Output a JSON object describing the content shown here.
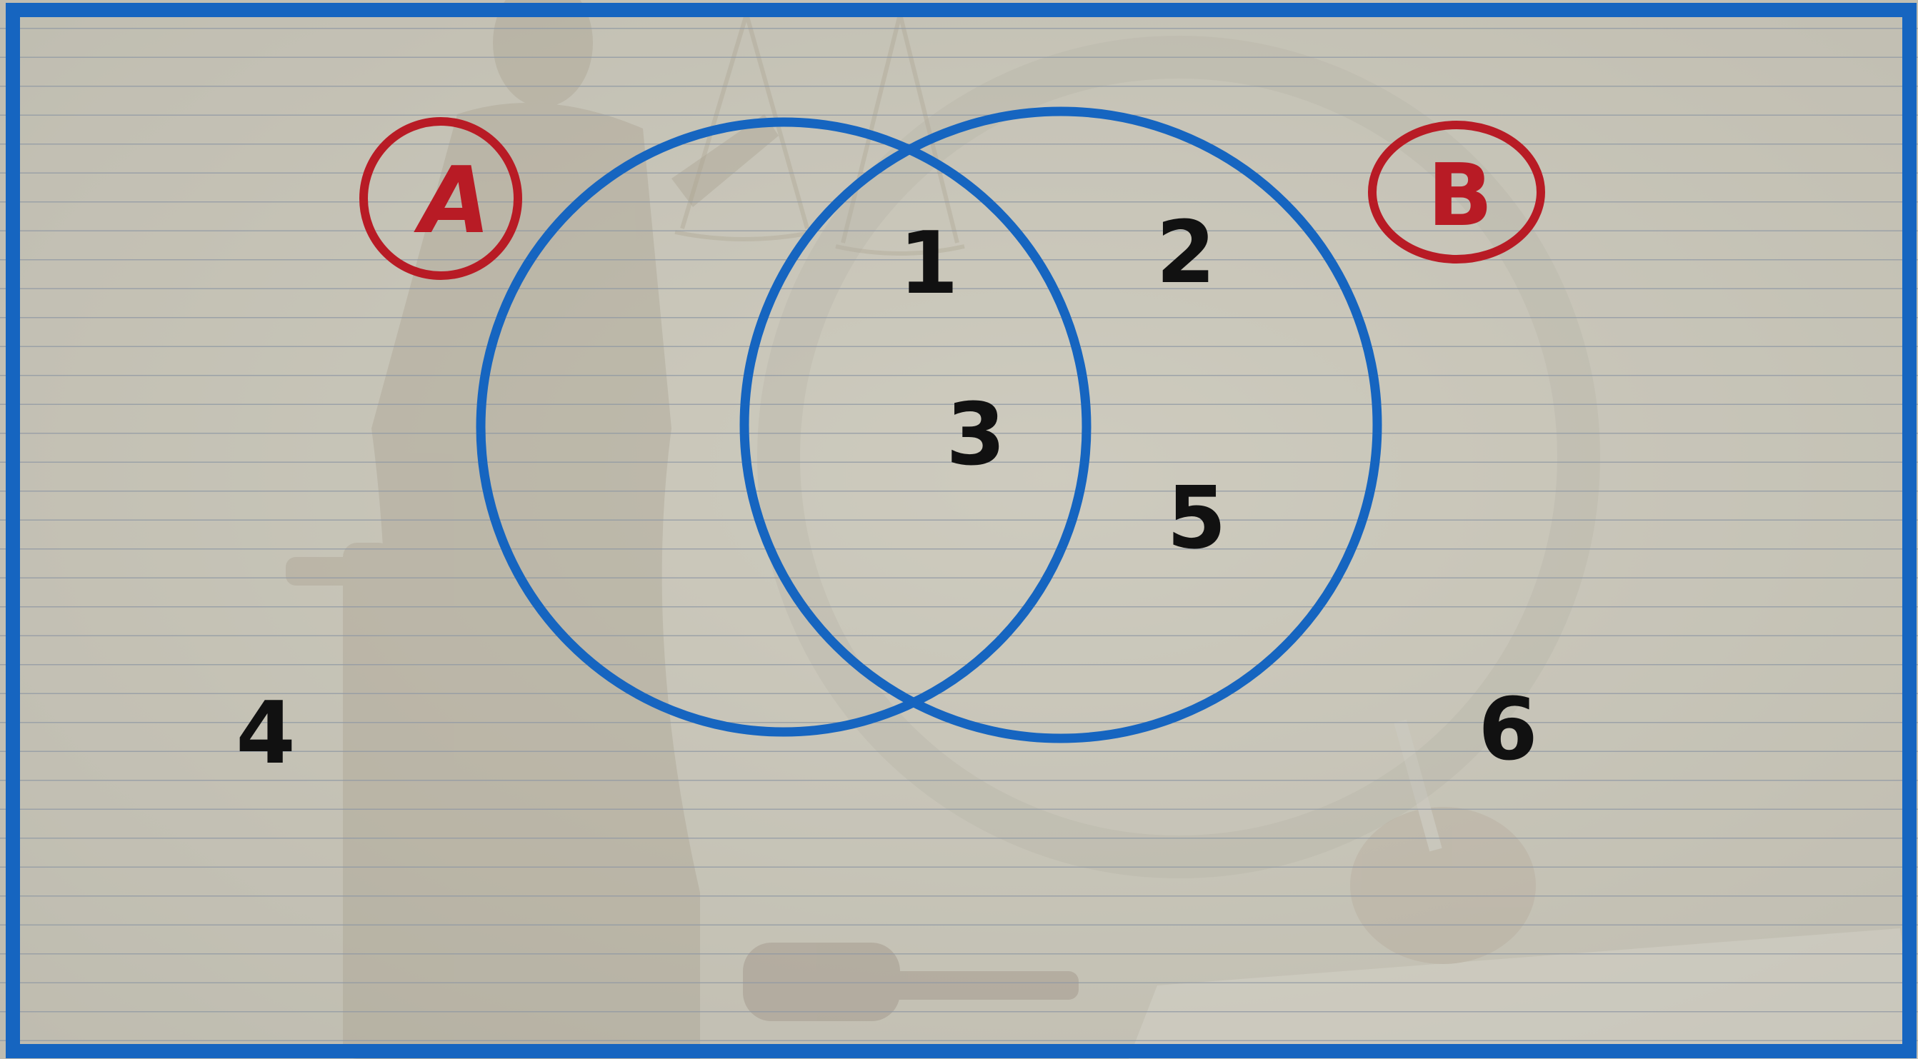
{
  "diagram": {
    "type": "venn",
    "sets": [
      {
        "id": "A",
        "label": "A"
      },
      {
        "id": "B",
        "label": "B"
      }
    ],
    "regions": {
      "a_only": [],
      "a_and_b": [
        "1",
        "3"
      ],
      "b_only": [
        "2",
        "5"
      ],
      "outside": [
        "4",
        "6"
      ]
    }
  },
  "colors": {
    "circle_stroke": "#1665c0",
    "set_label": "#b81b25",
    "number": "#111111",
    "frame": "#1665c0",
    "paper": "#c7c4b8",
    "rule_line": "#8e97a3"
  },
  "background": {
    "description_icon": "justice-statue-and-gavel-photo-backdrop"
  }
}
